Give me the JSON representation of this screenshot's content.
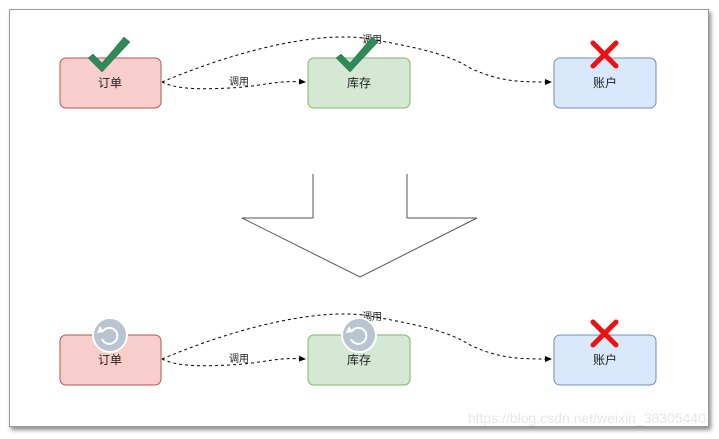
{
  "nodes": {
    "order": "订单",
    "stock": "库存",
    "account": "账户"
  },
  "edges": {
    "call": "调用"
  },
  "status_icons": {
    "before": {
      "order": "check-icon",
      "stock": "check-icon",
      "account": "cross-icon"
    },
    "after": {
      "order": "rollback-icon",
      "stock": "rollback-icon",
      "account": "cross-icon"
    }
  },
  "colors": {
    "order_fill": "#f8cecc",
    "order_stroke": "#b85450",
    "stock_fill": "#d5e8d4",
    "stock_stroke": "#82b366",
    "account_fill": "#dae8fc",
    "account_stroke": "#6c8ebf",
    "check": "#2e8b57",
    "cross": "#ee1111",
    "rollback": "#b8c4d0"
  },
  "watermark": "https://blog.csdn.net/weixin_38305440"
}
